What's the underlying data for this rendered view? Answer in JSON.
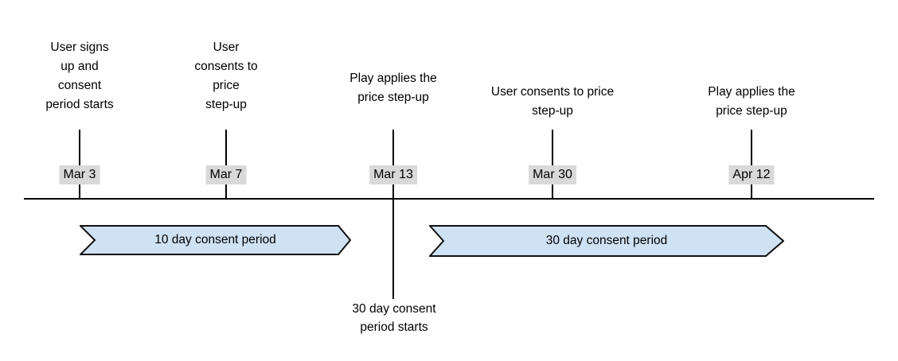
{
  "diagram": {
    "type": "timeline",
    "events": [
      {
        "label": "User signs\nup and\nconsent\nperiod starts",
        "date": "Mar 3"
      },
      {
        "label": "User\nconsents to\nprice\nstep-up",
        "date": "Mar 7"
      },
      {
        "label": "Play applies the\nprice step-up",
        "date": "Mar 13"
      },
      {
        "label": "User consents to price\nstep-up",
        "date": "Mar 30"
      },
      {
        "label": "Play applies the\nprice step-up",
        "date": "Apr 12"
      }
    ],
    "periods": [
      {
        "label": "10 day consent period"
      },
      {
        "label": "30 day consent period"
      }
    ],
    "footnote": "30 day consent\nperiod starts"
  },
  "colors": {
    "banner-fill": "#cfe2f3",
    "banner-stroke": "#111111",
    "date-bg": "#d9d9d9",
    "line": "#000000",
    "text": "#000000",
    "background": "#ffffff"
  }
}
